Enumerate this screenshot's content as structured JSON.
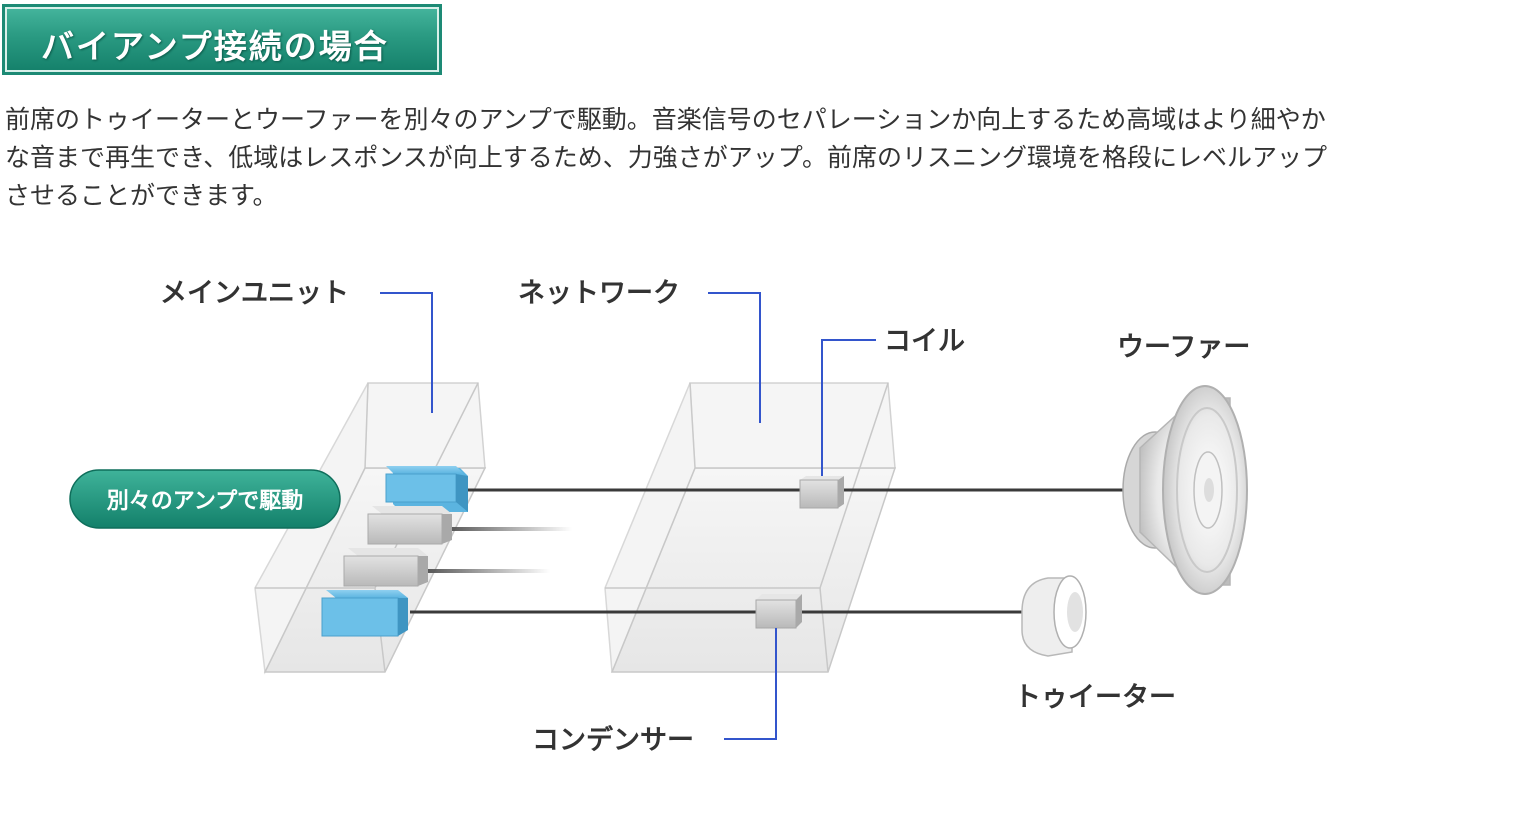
{
  "heading": {
    "title": "バイアンプ接続の場合"
  },
  "description": {
    "text": "前席のトゥイーターとウーファーを別々のアンプで駆動。音楽信号のセパレーションか向上するため高域はより細やか\nな音まで再生でき、低域はレスポンスが向上するため、力強さがアップ。前席のリスニング環境を格段にレベルアップ\nさせることができます。"
  },
  "diagram": {
    "labels": {
      "main_unit": "メインユニット",
      "network": "ネットワーク",
      "coil": "コイル",
      "woofer": "ウーファー",
      "tweeter": "トゥイーター",
      "condenser": "コンデンサー"
    },
    "pill": "別々のアンプで駆動",
    "colors": {
      "accent_green": "#1d8a75",
      "leader_blue": "#3355cc",
      "amp_blue": "#5bb4e0",
      "wire": "#3a3a3a"
    }
  }
}
